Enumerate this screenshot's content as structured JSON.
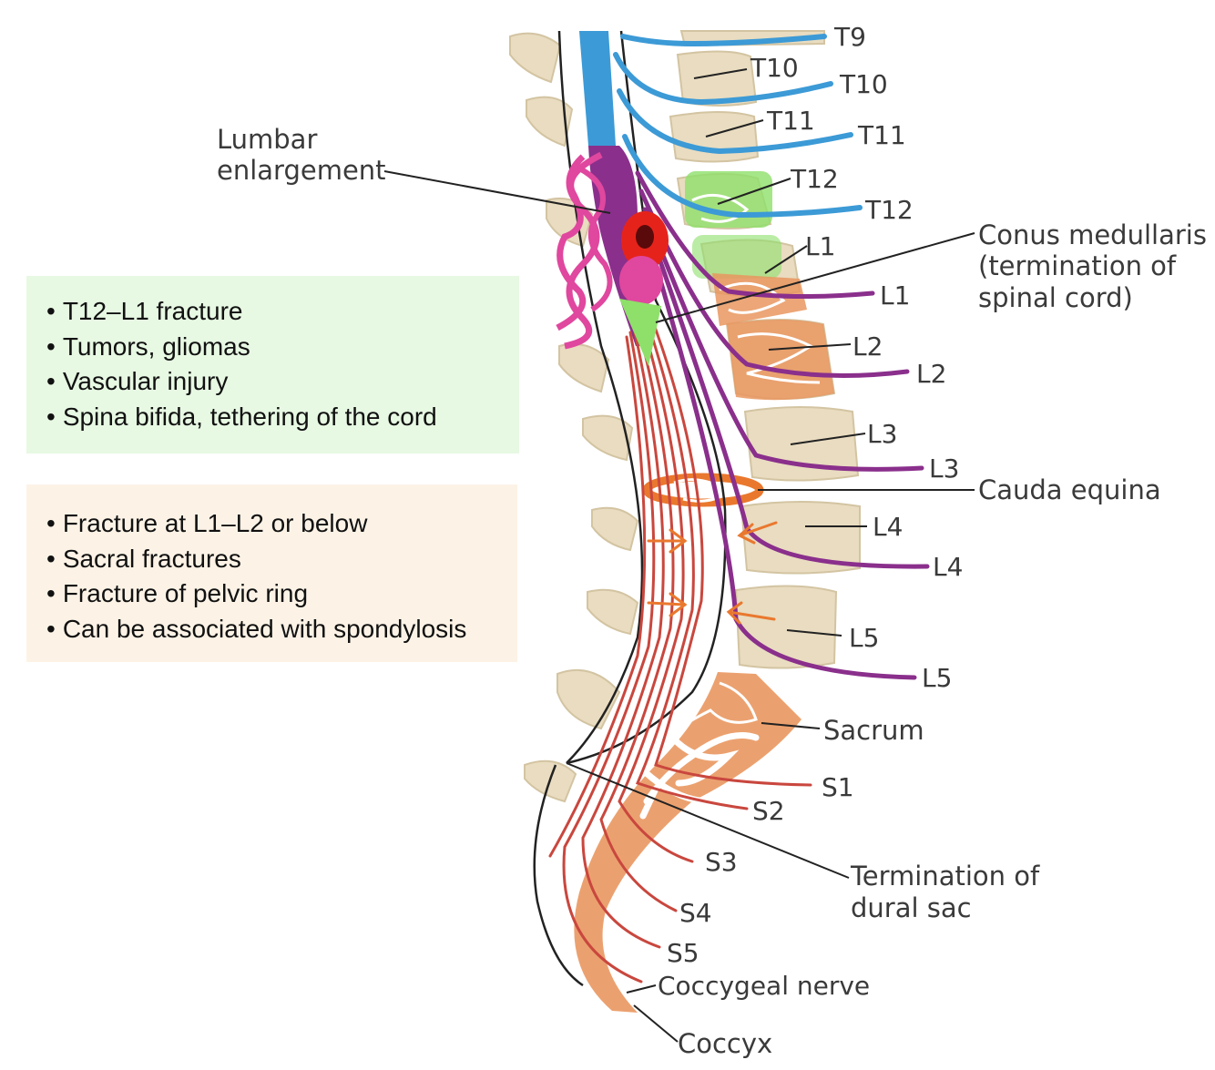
{
  "left_labels": {
    "lumbar_line1": "Lumbar",
    "lumbar_line2": "enlargement"
  },
  "vertebra_labels": [
    "T9",
    "T10",
    "T11",
    "T12",
    "L1",
    "L2",
    "L3",
    "L4",
    "L5"
  ],
  "nerve_labels": {
    "T10": "T10",
    "T11": "T11",
    "T12": "T12",
    "L1": "L1",
    "L2": "L2",
    "L3": "L3",
    "L4": "L4",
    "L5": "L5",
    "S1": "S1",
    "S2": "S2",
    "S3": "S3",
    "S4": "S4",
    "S5": "S5",
    "coccygeal": "Coccygeal nerve"
  },
  "right_labels": {
    "conus_line1": "Conus medullaris",
    "conus_line2": "(termination of",
    "conus_line3": "spinal cord)",
    "cauda": "Cauda equina",
    "sacrum": "Sacrum",
    "dural_line1": "Termination of",
    "dural_line2": "dural sac",
    "coccyx": "Coccyx"
  },
  "box_upper": {
    "items": [
      "T12–L1 fracture",
      "Tumors, gliomas",
      "Vascular injury",
      "Spina bifida, tethering of the cord"
    ]
  },
  "box_lower": {
    "items": [
      "Fracture at L1–L2 or below",
      "Sacral fractures",
      "Fracture of pelvic ring",
      "Can be associated with spondylosis"
    ]
  },
  "colors": {
    "vertebra": "#e9dcc0",
    "thoracic_cord": "#3c9ad6",
    "lumbar_nerve": "#8a2f8c",
    "sacral_nerve": "#c9473e",
    "highlight_green": "#8ee06a",
    "highlight_orange": "#e9975f",
    "pink_helix": "#e0479e",
    "red_lesion": "#e6231b",
    "box_green_bg": "#e7f8e3",
    "box_beige_bg": "#fcf3e6"
  }
}
